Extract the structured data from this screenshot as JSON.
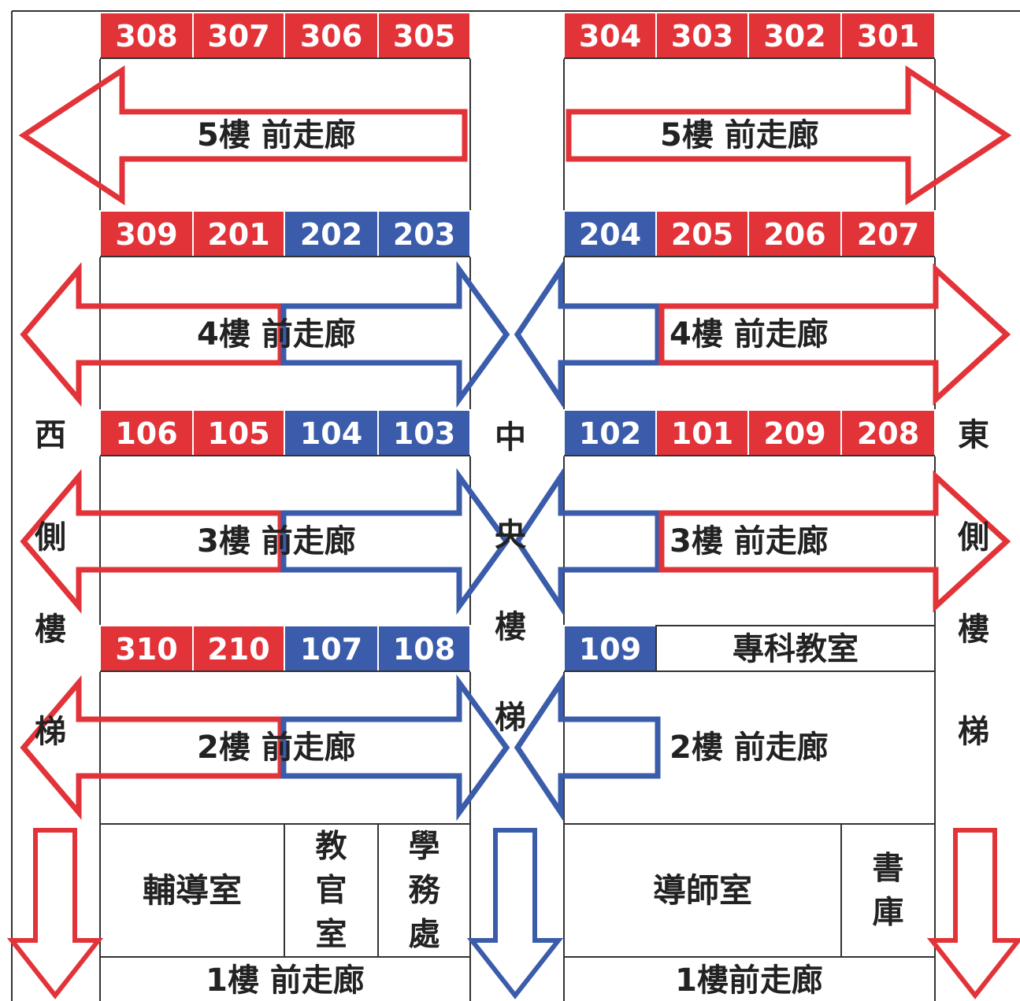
{
  "colors": {
    "red": "#e23339",
    "blue": "#3a5caa",
    "line": "#333333",
    "text": "#222222",
    "room_text": "#ffffff"
  },
  "stairs": {
    "west": [
      "西",
      "側",
      "樓",
      "梯"
    ],
    "central": [
      "中",
      "央",
      "樓",
      "梯"
    ],
    "east": [
      "東",
      "側",
      "樓",
      "梯"
    ]
  },
  "floors": [
    {
      "rooms_left": [
        {
          "number": "308",
          "color": "red"
        },
        {
          "number": "307",
          "color": "red"
        },
        {
          "number": "306",
          "color": "red"
        },
        {
          "number": "305",
          "color": "red"
        }
      ],
      "rooms_right": [
        {
          "number": "304",
          "color": "red"
        },
        {
          "number": "303",
          "color": "red"
        },
        {
          "number": "302",
          "color": "red"
        },
        {
          "number": "301",
          "color": "red"
        }
      ],
      "corridor_left": "5樓 前走廊",
      "corridor_right": "5樓 前走廊",
      "evac": "west-east"
    },
    {
      "rooms_left": [
        {
          "number": "309",
          "color": "red"
        },
        {
          "number": "201",
          "color": "red"
        },
        {
          "number": "202",
          "color": "blue"
        },
        {
          "number": "203",
          "color": "blue"
        }
      ],
      "rooms_right": [
        {
          "number": "204",
          "color": "blue"
        },
        {
          "number": "205",
          "color": "red"
        },
        {
          "number": "206",
          "color": "red"
        },
        {
          "number": "207",
          "color": "red"
        }
      ],
      "corridor_left": "4樓 前走廊",
      "corridor_right": "4樓 前走廊",
      "evac": "split"
    },
    {
      "rooms_left": [
        {
          "number": "106",
          "color": "red"
        },
        {
          "number": "105",
          "color": "red"
        },
        {
          "number": "104",
          "color": "blue"
        },
        {
          "number": "103",
          "color": "blue"
        }
      ],
      "rooms_right": [
        {
          "number": "102",
          "color": "blue"
        },
        {
          "number": "101",
          "color": "red"
        },
        {
          "number": "209",
          "color": "red"
        },
        {
          "number": "208",
          "color": "red"
        }
      ],
      "corridor_left": "3樓 前走廊",
      "corridor_right": "3樓 前走廊",
      "evac": "split"
    },
    {
      "rooms_left": [
        {
          "number": "310",
          "color": "red"
        },
        {
          "number": "210",
          "color": "red"
        },
        {
          "number": "107",
          "color": "blue"
        },
        {
          "number": "108",
          "color": "blue"
        }
      ],
      "rooms_right": [
        {
          "number": "109",
          "color": "blue"
        },
        {
          "number": "專科教室",
          "color": "white",
          "span": 3
        }
      ],
      "corridor_left": "2樓 前走廊",
      "corridor_right": "2樓 前走廊",
      "evac": "split-west-central"
    }
  ],
  "ground_floor": {
    "offices_left": [
      {
        "name": "輔導室",
        "vertical": false
      },
      {
        "name": "教官室",
        "vertical": true
      },
      {
        "name": "學務處",
        "vertical": true
      }
    ],
    "offices_right": [
      {
        "name": "導師室",
        "vertical": false
      },
      {
        "name": "書庫",
        "vertical": true
      }
    ],
    "corridor_left": "1樓 前走廊",
    "corridor_right": "1樓前走廊",
    "down_arrows": [
      "red",
      "blue",
      "red"
    ]
  }
}
